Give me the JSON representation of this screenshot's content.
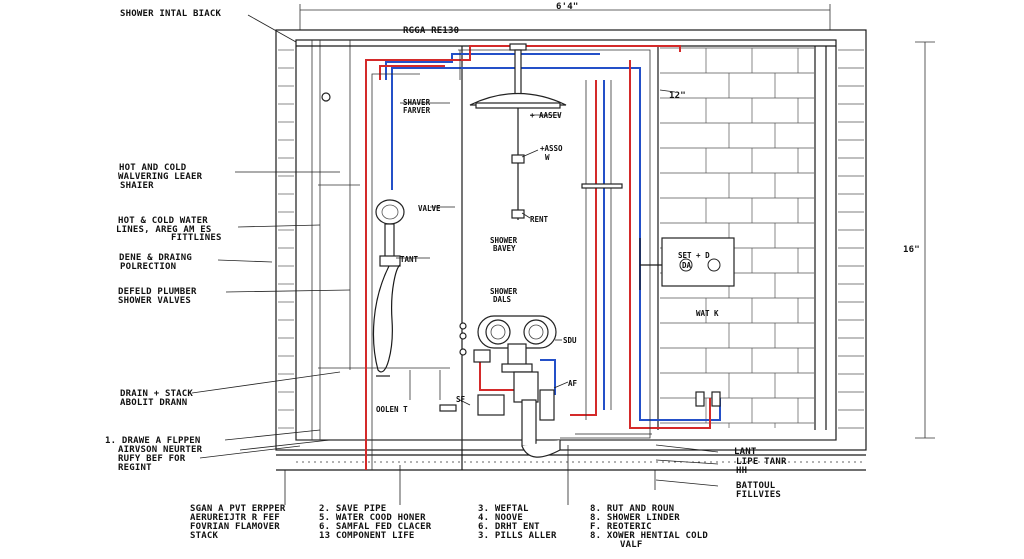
{
  "colors": {
    "hot": "#d42a2a",
    "cold": "#2450c8",
    "line": "#1a1a1a",
    "background": "#ffffff"
  },
  "dimensions": {
    "width": "6'4\"",
    "height": "16\"",
    "small_a": "12\""
  },
  "top_label": "RGGA RE130",
  "left_labels": {
    "shower_install": "SHOWER INTAL BIACK",
    "hot_cold_valve_1": "HOT AND COLD",
    "hot_cold_valve_2": "WALVERING LEAER",
    "hot_cold_valve_3": "SHAIER",
    "water_lines_1": "HOT & COLD WATER",
    "water_lines_2": "LINES, AREG AM ES",
    "water_lines_3": "FITTLINES",
    "drain_1": "DENE & DRAING",
    "drain_2": "POLRECTION",
    "plumber_1": "DEFELD PLUMBER",
    "plumber_2": "SHOWER VALVES",
    "stack_1": "DRAIN + STACK",
    "stack_2": "ABOLIT DRANN",
    "note1_1": "1. DRAWE A FLPPEN",
    "note1_2": "AIRVSON NEURTER",
    "note1_3": "RUFY BEF FOR",
    "note1_4": "REGINT"
  },
  "inner_labels": {
    "shaver_1": "SHAVER",
    "shaver_2": "FARVER",
    "valve": "VALVE",
    "tant": "TANT",
    "aasev": "+ AASEV",
    "head_1": "+ASSO",
    "head_2": "W",
    "rent": "RENT",
    "shower_bar_1": "SHOWER",
    "shower_bar_2": "BAVEY",
    "dials_1": "SHOWER",
    "dials_2": "DALS",
    "sdu": "SDU",
    "af": "AF",
    "sf": "SF",
    "oolen": "OOLEN T",
    "valve_box_1": "SET + D",
    "valve_box_2": "DA",
    "watk": "WAT K"
  },
  "right_labels": {
    "lant": "LANT",
    "lipe_1": "LIPE TANR",
    "lipe_2": "HH",
    "battoul_1": "BATTOUL",
    "battoul_2": "FILLVIES"
  },
  "bottom_notes": {
    "col1_1": "SGAN A PVT ERPPER",
    "col1_2": "AERUREIJTR R FEF",
    "col1_3": "FOVRIAN FLAMOVER",
    "col1_4": "STACK",
    "col2_1": "2. SAVE PIPE",
    "col2_2": "5. WATER COOD HONER",
    "col2_3": "6. SAMFAL FED CLACER",
    "col2_4": "13 COMPONENT LIFE",
    "col3_1": "3. WEFTAL",
    "col3_2": "4. NOOVE",
    "col3_3": "6. DRHT ENT",
    "col3_4": "3. PILLS ALLER",
    "col4_1": "8. RUT AND ROUN",
    "col4_2": "8. SHOWER LINDER",
    "col4_3": "F. REOTERIC",
    "col4_4": "8. XOWER HENTIAL COLD",
    "col4_5": "VALF"
  }
}
